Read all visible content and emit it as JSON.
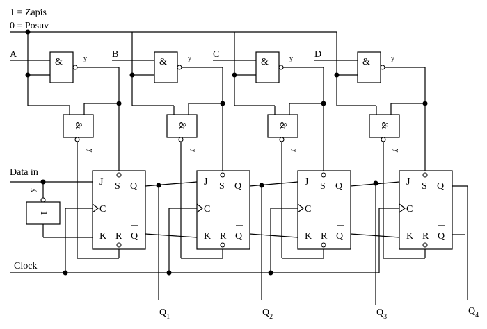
{
  "legend": {
    "line1": "1 = Zapis",
    "line2": "0 = Posuv"
  },
  "inputs": {
    "a": "A",
    "b": "B",
    "c": "C",
    "d": "D",
    "data_in": "Data in",
    "clock": "Clock"
  },
  "gates": {
    "nand_symbol": "&",
    "out_label": "y",
    "inverter_symbol": "1"
  },
  "flipflop": {
    "j": "J",
    "k": "K",
    "s": "S",
    "r": "R",
    "c": "C",
    "q": "Q",
    "qbar": "Q"
  },
  "outputs": [
    {
      "base": "Q",
      "sub": "1"
    },
    {
      "base": "Q",
      "sub": "2"
    },
    {
      "base": "Q",
      "sub": "3"
    },
    {
      "base": "Q",
      "sub": "4"
    }
  ]
}
